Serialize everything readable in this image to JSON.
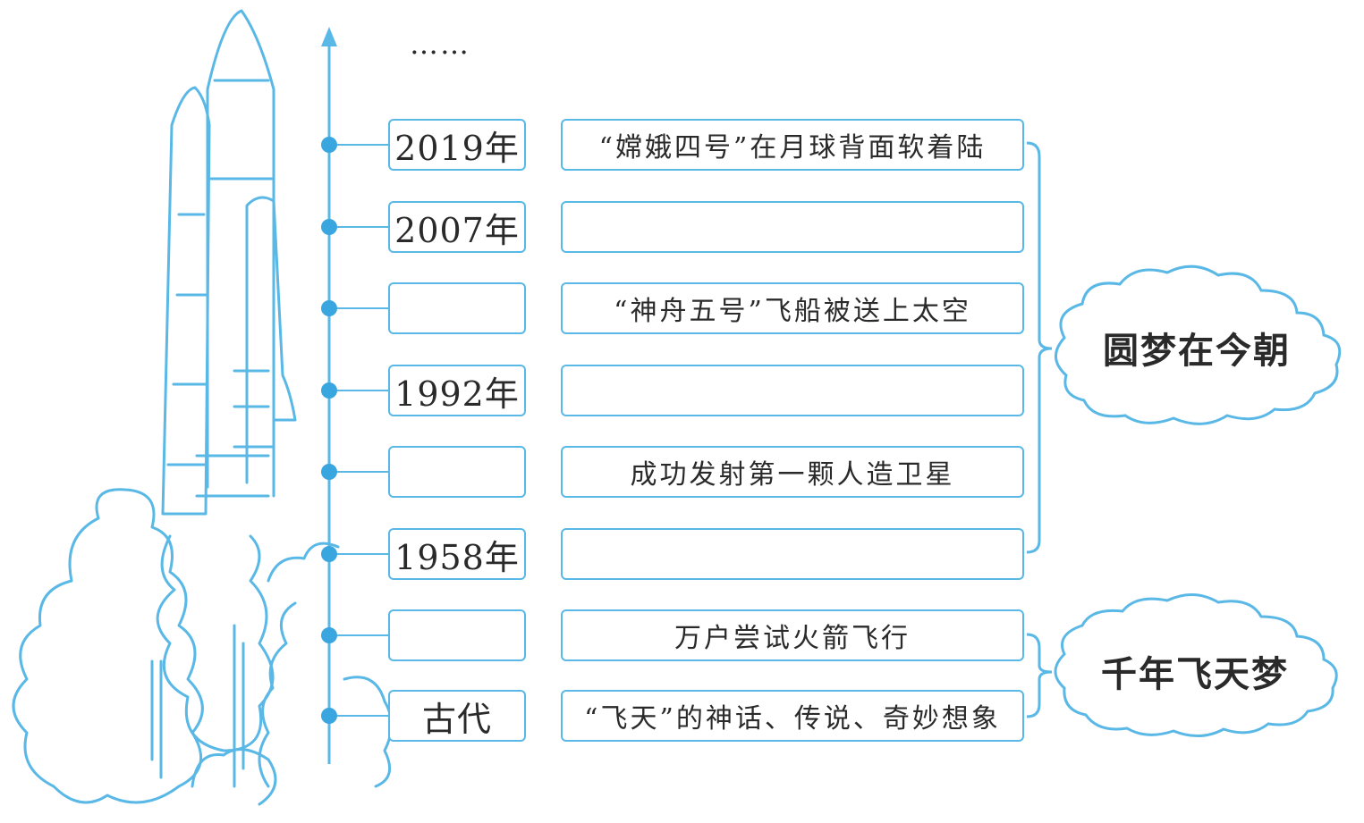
{
  "ellipsis": "……",
  "colors": {
    "line": "#5ab8e6",
    "text": "#2a2a2a"
  },
  "rows": [
    {
      "year": "2019年",
      "event": "“嫦娥四号”在月球背面软着陆"
    },
    {
      "year": "2007年",
      "event": ""
    },
    {
      "year": "",
      "event": "“神舟五号”飞船被送上太空"
    },
    {
      "year": "1992年",
      "event": ""
    },
    {
      "year": "",
      "event": "成功发射第一颗人造卫星"
    },
    {
      "year": "1958年",
      "event": ""
    },
    {
      "year": "",
      "event": "万户尝试火箭飞行"
    },
    {
      "year": "古代",
      "event": "“飞天”的神话、传说、奇妙想象"
    }
  ],
  "groups": {
    "modern": "圆梦在今朝",
    "ancient": "千年飞天梦"
  }
}
